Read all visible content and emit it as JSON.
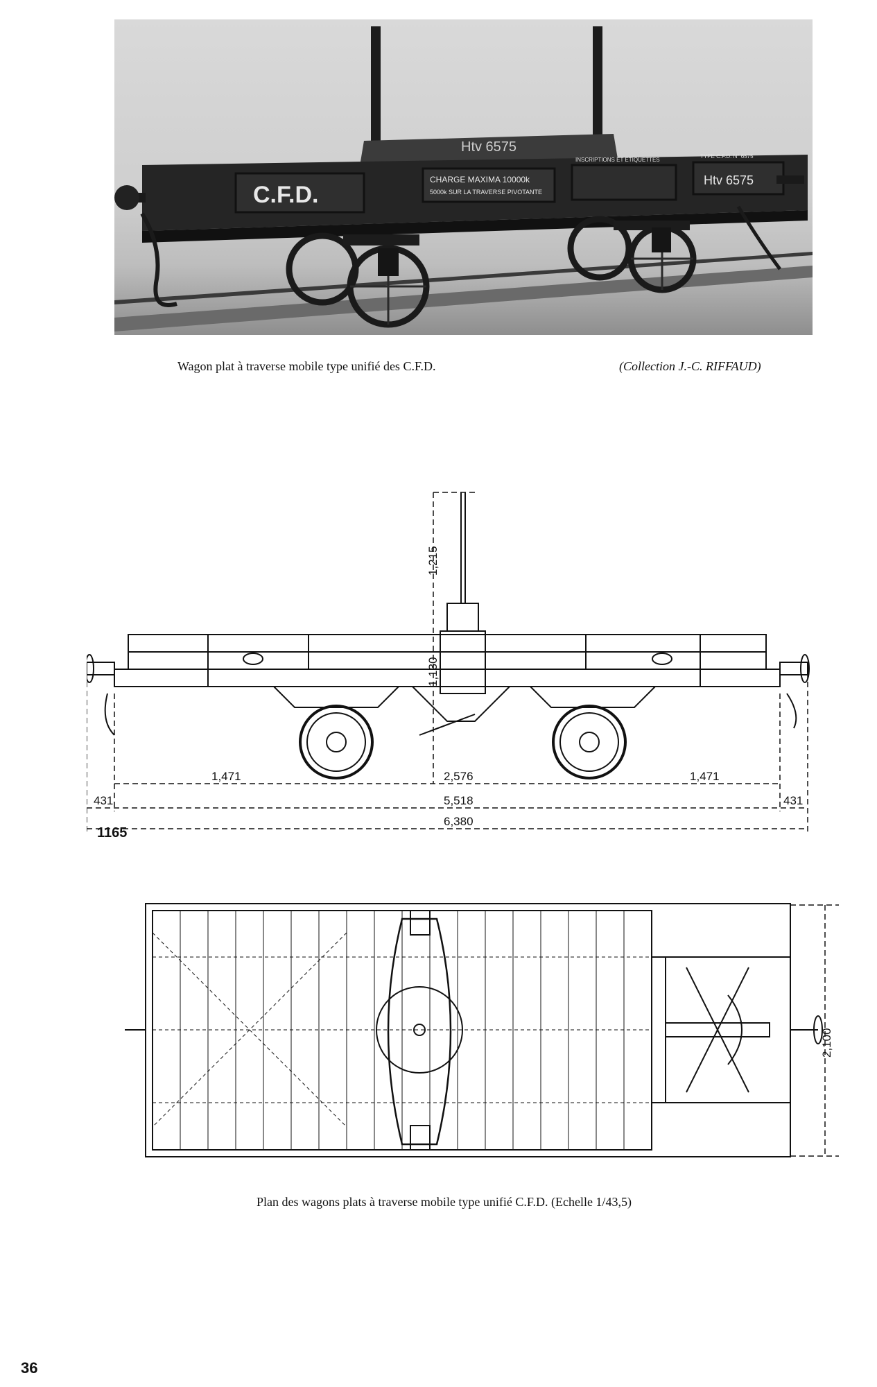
{
  "photo": {
    "wagon_lettering": "C.F.D.",
    "plate_line1": "CHARGE MAXIMA 10000k",
    "plate_line2": "5000k SUR LA TRAVERSE PIVOTANTE",
    "plate_small": "INSCRIPTIONS ET ETIQUETTES",
    "number_right": "Htv 6575",
    "number_top": "Htv 6575",
    "plate_right_small": "TYPE C.F.D. N° 6575"
  },
  "captions": {
    "photo_caption": "Wagon plat à traverse mobile type unifié des C.F.D.",
    "photo_credit": "(Collection J.-C. RIFFAUD)",
    "plan_caption": "Plan des wagons plats à traverse mobile type unifié C.F.D. (Echelle 1/43,5)"
  },
  "dimensions": {
    "stake_height": "1,215",
    "body_height": "1,130",
    "left_overhang": "1,471",
    "wheelbase": "2,576",
    "right_overhang": "1,471",
    "buffer_left": "431",
    "frame_length": "5,518",
    "buffer_right": "431",
    "total_length": "6,380",
    "width": "2,100"
  },
  "drawing_code": "1165",
  "page_number": "36"
}
